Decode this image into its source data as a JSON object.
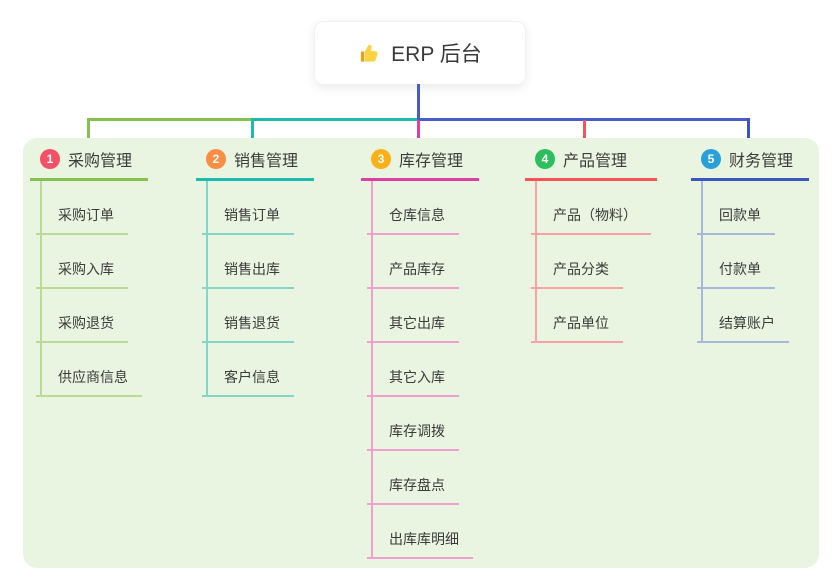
{
  "root": {
    "label": "ERP 后台",
    "icon": "thumbs-up-icon"
  },
  "colors": {
    "canvas_bg": "#ffffff",
    "panel_bg": "#e9f5e1",
    "root_card_bg": "#ffffff",
    "root_connector": "#4a5dc7",
    "text": "#3b3b3b",
    "thumb_icon": "#fdd243"
  },
  "branches": [
    {
      "badge": "1",
      "title": "采购管理",
      "colors": {
        "badge": "#f25166",
        "line": "#85c24d",
        "soft": "#b9db93"
      },
      "children": [
        "采购订单",
        "采购入库",
        "采购退货",
        "供应商信息"
      ]
    },
    {
      "badge": "2",
      "title": "销售管理",
      "colors": {
        "badge": "#f98d44",
        "line": "#1bbcae",
        "soft": "#84d6ca"
      },
      "children": [
        "销售订单",
        "销售出库",
        "销售退货",
        "客户信息"
      ]
    },
    {
      "badge": "3",
      "title": "库存管理",
      "colors": {
        "badge": "#fbb017",
        "line": "#dd3fa5",
        "soft": "#efa0d0"
      },
      "children": [
        "仓库信息",
        "产品库存",
        "其它出库",
        "其它入库",
        "库存调拨",
        "库存盘点",
        "出库库明细"
      ]
    },
    {
      "badge": "4",
      "title": "产品管理",
      "colors": {
        "badge": "#2dbf5e",
        "line": "#f5525a",
        "soft": "#f9a2a6"
      },
      "children": [
        "产品（物料）",
        "产品分类",
        "产品单位"
      ]
    },
    {
      "badge": "5",
      "title": "财务管理",
      "colors": {
        "badge": "#29a0d8",
        "line": "#3c56c0",
        "soft": "#a8b8dd"
      },
      "children": [
        "回款单",
        "付款单",
        "结算账户"
      ]
    }
  ]
}
